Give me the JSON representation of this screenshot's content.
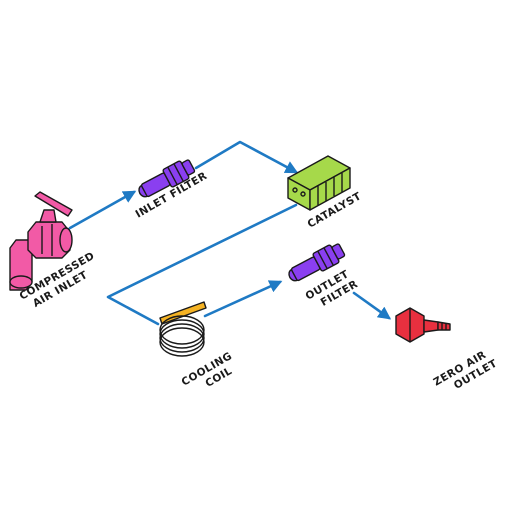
{
  "colors": {
    "flow_line": "#1f7ac4",
    "inlet_tap": "#f25aa6",
    "inlet_filter": "#8a3ff0",
    "catalyst": "#a6d94a",
    "cooling_coil": "#f5b324",
    "outlet_filter": "#8a3ff0",
    "zero_air_outlet": "#e8303f"
  },
  "icons": [
    "tap-icon",
    "filter-icon",
    "catalyst-box-icon",
    "coil-icon",
    "filter-icon",
    "outlet-fitting-icon"
  ],
  "labels": {
    "compressed_air_inlet": [
      "COMPRESSED",
      "AIR INLET"
    ],
    "inlet_filter": [
      "INLET FILTER"
    ],
    "catalyst": [
      "CATALYST"
    ],
    "cooling_coil": [
      "COOLING",
      "COIL"
    ],
    "outlet_filter": [
      "OUTLET",
      "FILTER"
    ],
    "zero_air_outlet": [
      "ZERO AIR",
      "OUTLET"
    ]
  }
}
